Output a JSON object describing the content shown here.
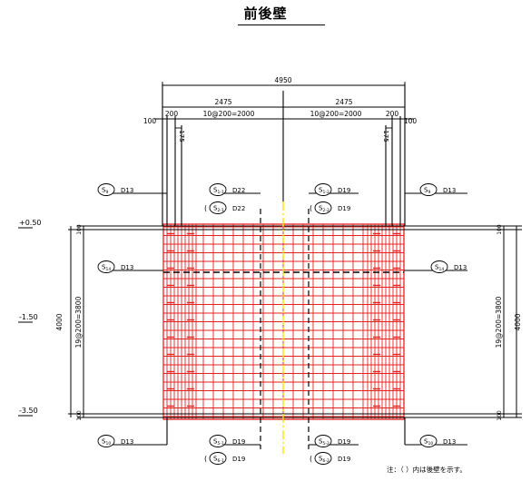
{
  "title": "前後壁",
  "note": "注：（ ）内は後壁を示す。",
  "dimensions": {
    "overall_width": "4950",
    "left_half": "2475",
    "right_half": "2475",
    "left_edge": "100",
    "left_cover": "200",
    "left_pitch": "10@200=2000",
    "right_pitch": "10@200=2000",
    "right_cover": "200",
    "right_edge": "100",
    "left_inner": "175",
    "right_inner": "175",
    "height": "4000",
    "height_pitch": "19@200=3800",
    "top_margin": "100",
    "bottom_margin": "100"
  },
  "levels": {
    "top": "+0.50",
    "middle": "-1.50",
    "bottom": "-3.50"
  },
  "labels": {
    "s9_left": {
      "mark": "S",
      "sub": "9",
      "bar": "D13"
    },
    "s9_right": {
      "mark": "S",
      "sub": "9",
      "bar": "D13"
    },
    "s1_left": {
      "mark": "S",
      "sub": "1-1",
      "bar": "D22"
    },
    "s2_left": {
      "mark": "S",
      "sub": "2-1",
      "bar": "D22"
    },
    "s1_right": {
      "mark": "S",
      "sub": "1-2",
      "bar": "D19"
    },
    "s2_right": {
      "mark": "S",
      "sub": "2-2",
      "bar": "D19"
    },
    "s14_left": {
      "mark": "S",
      "sub": "14",
      "bar": "D13"
    },
    "s14_right": {
      "mark": "S",
      "sub": "14",
      "bar": "D13"
    },
    "s10_left": {
      "mark": "S",
      "sub": "10",
      "bar": "D13"
    },
    "s10_right": {
      "mark": "S",
      "sub": "10",
      "bar": "D13"
    },
    "s5_left": {
      "mark": "S",
      "sub": "5-1",
      "bar": "D19"
    },
    "s6_left": {
      "mark": "S",
      "sub": "6-1",
      "bar": "D19"
    },
    "s5_right": {
      "mark": "S",
      "sub": "5-2",
      "bar": "D19"
    },
    "s6_right": {
      "mark": "S",
      "sub": "6-2",
      "bar": "D19"
    }
  },
  "colors": {
    "rebar": "#e8201e",
    "line": "#000000",
    "center_line": "#ffe000"
  }
}
